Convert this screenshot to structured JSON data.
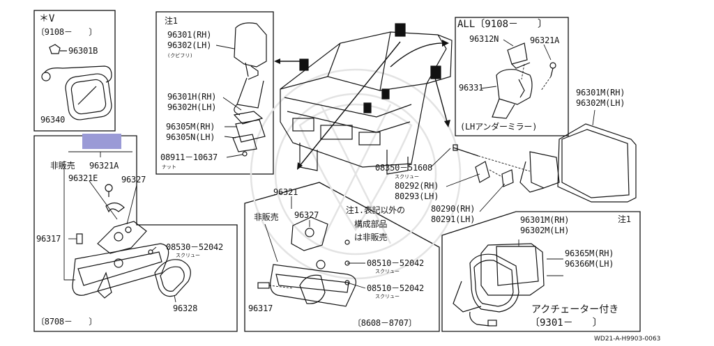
{
  "document_id": "WD21-A-H9903-0063",
  "box_v": {
    "header": "＊V",
    "date_range": "〔9108－　　〕",
    "part_96301b": "96301B",
    "part_96340": "96340"
  },
  "box_note1": {
    "note_mark": "注1",
    "part_96301": "96301(RH)",
    "part_96302": "96302(LH)",
    "sub_note": "(クビフリ)",
    "part_96301h": "96301H(RH)",
    "part_96302h": "96302H(LH)",
    "part_96305m": "96305M(RH)",
    "part_96305n": "96305N(LH)",
    "part_08911": "08911－10637",
    "nut_label": "ナット"
  },
  "box_all": {
    "header": "ALL〔9108－　　〕",
    "part_96312n": "96312N",
    "part_96321a": "96321A",
    "part_96331": "96331",
    "caption": "(LHアンダーミラー)"
  },
  "right_mirror": {
    "part_96301m": "96301M(RH)",
    "part_96302m": "96302M(LH)"
  },
  "center_parts": {
    "part_08350": "08350－51608",
    "screw_label": "スクリュー",
    "part_80292": "80292(RH)",
    "part_80293": "80293(LH)",
    "part_80290": "80290(RH)",
    "part_80291": "80291(LH)"
  },
  "note_text": {
    "line1": "注1.表記以外の",
    "line2": "構成部品",
    "line3": "は非販売"
  },
  "box_8708": {
    "not_for_sale": "非販売",
    "part_96321a": "96321A",
    "part_96321e": "96321E",
    "part_96327": "96327",
    "part_96317": "96317",
    "part_08530": "08530－52042",
    "screw_label": "スクリュー",
    "part_96328": "96328",
    "date_range": "〔8708－　　〕"
  },
  "box_8608": {
    "part_96321": "96321",
    "not_for_sale": "非販売",
    "part_96327": "96327",
    "part_08510_a": "08510－52042",
    "screw_label_a": "スクリュー",
    "part_08510_b": "08510－52042",
    "screw_label_b": "スクリュー",
    "part_96317": "96317",
    "date_range": "〔8608－8707〕"
  },
  "box_actuator": {
    "note_mark": "注1",
    "part_96301m": "96301M(RH)",
    "part_96302m": "96302M(LH)",
    "part_96365m": "96365M(RH)",
    "part_96366m": "96366M(LH)",
    "caption": "アクチェーター付き",
    "date_range": "〔9301－　　〕"
  }
}
